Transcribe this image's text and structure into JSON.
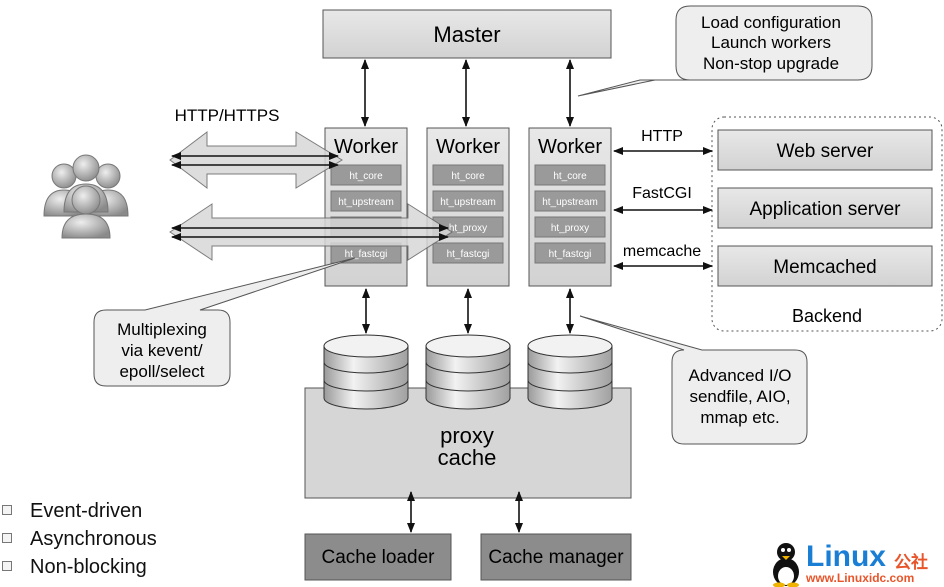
{
  "master": {
    "label": "Master"
  },
  "master_callout": {
    "lines": [
      "Load configuration",
      "Launch workers",
      "Non-stop upgrade"
    ]
  },
  "client_protocol": "HTTP/HTTPS",
  "workers": [
    {
      "label": "Worker",
      "modules": [
        "ht_core",
        "ht_upstream",
        "",
        "ht_fastcgi"
      ]
    },
    {
      "label": "Worker",
      "modules": [
        "ht_core",
        "ht_upstream",
        "ht_proxy",
        "ht_fastcgi"
      ]
    },
    {
      "label": "Worker",
      "modules": [
        "ht_core",
        "ht_upstream",
        "ht_proxy",
        "ht_fastcgi"
      ]
    }
  ],
  "backend_links": [
    "HTTP",
    "FastCGI",
    "memcache"
  ],
  "backend": {
    "label": "Backend",
    "servers": [
      "Web server",
      "Application server",
      "Memcached"
    ]
  },
  "multiplex_callout": {
    "lines": [
      "Multiplexing",
      "via kevent/",
      "epoll/select"
    ]
  },
  "io_callout": {
    "lines": [
      "Advanced I/O",
      "sendfile, AIO,",
      "mmap etc."
    ]
  },
  "cache": {
    "lines": [
      "proxy",
      "cache"
    ]
  },
  "cache_loader": "Cache loader",
  "cache_manager": "Cache manager",
  "features": [
    "Event-driven",
    "Asynchronous",
    "Non-blocking"
  ],
  "logo": {
    "brand": "Linux",
    "brand_cn": "公社",
    "url": "www.Linuxidc.com"
  }
}
